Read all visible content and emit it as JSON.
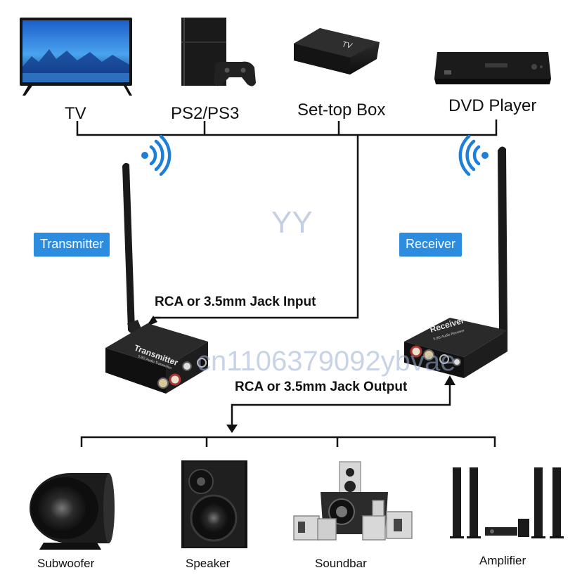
{
  "sources": [
    {
      "label": "TV",
      "icon": "tv-icon"
    },
    {
      "label": "PS2/PS3",
      "icon": "game-console-icon"
    },
    {
      "label": "Set-top Box",
      "icon": "set-top-box-icon"
    },
    {
      "label": "DVD Player",
      "icon": "dvd-player-icon"
    }
  ],
  "set_top_box_logo": "TV",
  "transmitter": {
    "tag": "Transmitter",
    "device_text": "Transmitter",
    "device_subtext": "5.8G Audio Transmitter"
  },
  "receiver": {
    "tag": "Receiver",
    "device_text": "Receiver",
    "device_subtext": "5.8G Audio Receiver"
  },
  "input_label": "RCA or 3.5mm Jack Input",
  "output_label": "RCA or 3.5mm Jack Output",
  "outputs": [
    {
      "label": "Subwoofer",
      "icon": "subwoofer-icon"
    },
    {
      "label": "Speaker",
      "icon": "speaker-icon"
    },
    {
      "label": "Soundbar",
      "icon": "soundbar-icon"
    },
    {
      "label": "Amplifier",
      "icon": "amplifier-icon"
    }
  ],
  "watermarks": {
    "center": "YY",
    "overlay": "cn1106379092ybvae"
  },
  "colors": {
    "accent": "#2c8de0",
    "line": "#111111",
    "watermark": "#9db0d4"
  }
}
